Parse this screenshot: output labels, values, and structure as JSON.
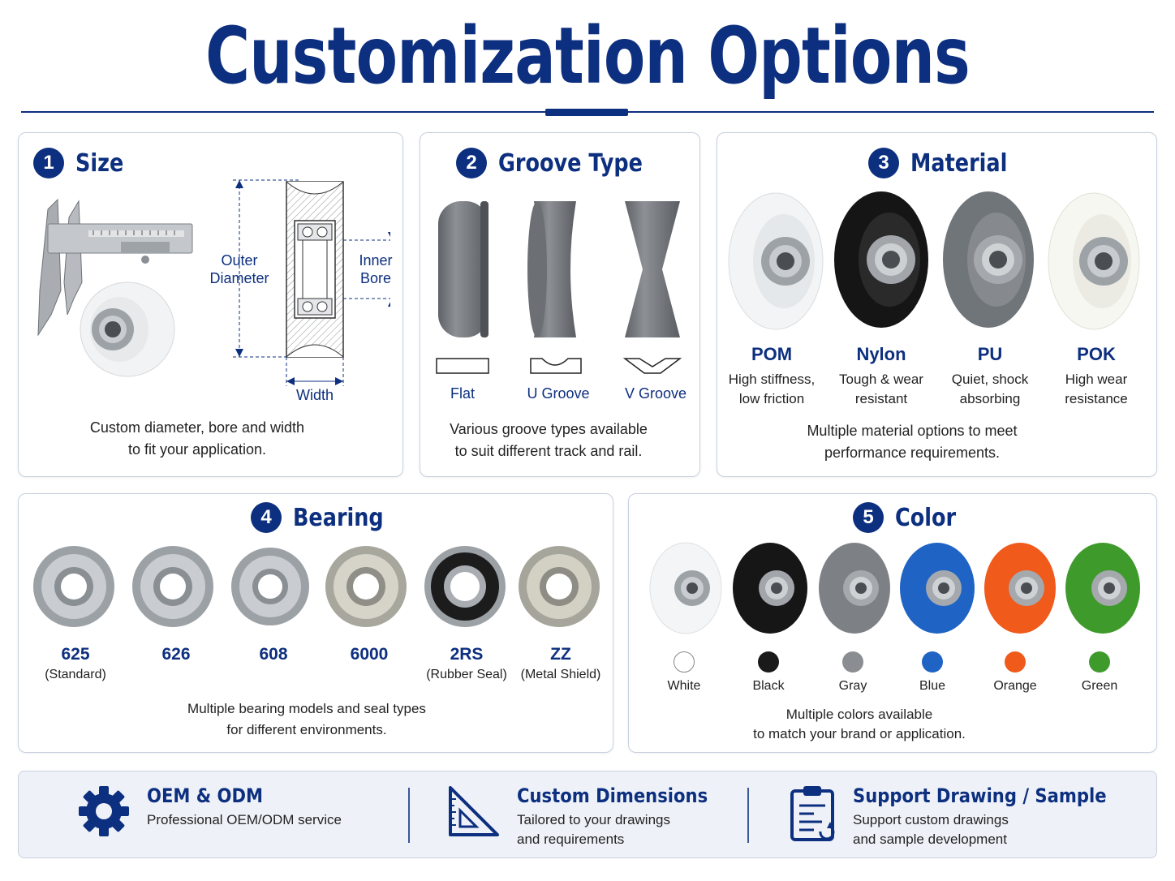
{
  "page": {
    "title": "Customization Options"
  },
  "size": {
    "number": "1",
    "title": "Size",
    "outer_diameter_1": "Outer",
    "outer_diameter_2": "Diameter",
    "inner_bore_1": "Inner",
    "inner_bore_2": "Bore",
    "width": "Width",
    "desc_1": "Custom diameter, bore and width",
    "desc_2": "to fit your application."
  },
  "groove": {
    "number": "2",
    "title": "Groove Type",
    "types": [
      {
        "label": "Flat"
      },
      {
        "label": "U Groove"
      },
      {
        "label": "V Groove"
      }
    ],
    "desc_1": "Various groove types available",
    "desc_2": "to suit different track and rail."
  },
  "material": {
    "number": "3",
    "title": "Material",
    "items": [
      {
        "name": "POM",
        "desc_1": "High stiffness,",
        "desc_2": "low friction",
        "color": "#f4f6f7"
      },
      {
        "name": "Nylon",
        "desc_1": "Tough & wear",
        "desc_2": "resistant",
        "color": "#141414"
      },
      {
        "name": "PU",
        "desc_1": "Quiet, shock",
        "desc_2": "absorbing",
        "color": "#7b7f84"
      },
      {
        "name": "POK",
        "desc_1": "High wear",
        "desc_2": "resistance",
        "color": "#f7f7f2"
      }
    ],
    "desc_1": "Multiple material options to meet",
    "desc_2": "performance requirements."
  },
  "bearing": {
    "number": "4",
    "title": "Bearing",
    "items": [
      {
        "code": "625",
        "sub": "(Standard)"
      },
      {
        "code": "626",
        "sub": ""
      },
      {
        "code": "608",
        "sub": ""
      },
      {
        "code": "6000",
        "sub": ""
      },
      {
        "code": "2RS",
        "sub": "(Rubber Seal)"
      },
      {
        "code": "ZZ",
        "sub": "(Metal Shield)"
      }
    ],
    "desc_1": "Multiple bearing models and seal types",
    "desc_2": "for different environments."
  },
  "color": {
    "number": "5",
    "title": "Color",
    "items": [
      {
        "name": "White",
        "hex": "#ffffff"
      },
      {
        "name": "Black",
        "hex": "#1a1a1a"
      },
      {
        "name": "Gray",
        "hex": "#8a8d91"
      },
      {
        "name": "Blue",
        "hex": "#1f63c4"
      },
      {
        "name": "Orange",
        "hex": "#f05a1a"
      },
      {
        "name": "Green",
        "hex": "#3f9a2c"
      }
    ],
    "desc_1": "Multiple colors available",
    "desc_2": "to match your brand or application."
  },
  "footer": {
    "items": [
      {
        "icon": "gear-icon",
        "title": "OEM & ODM",
        "line_1": "Professional OEM/ODM service",
        "line_2": ""
      },
      {
        "icon": "set-square-icon",
        "title": "Custom Dimensions",
        "line_1": "Tailored to your drawings",
        "line_2": "and requirements"
      },
      {
        "icon": "clipboard-icon",
        "title": "Support Drawing / Sample",
        "line_1": "Support custom drawings",
        "line_2": "and sample development"
      }
    ]
  },
  "colors": {
    "brand": "#0d2f7f",
    "border": "#c7d0de",
    "footer_bg": "#eef2f8"
  }
}
